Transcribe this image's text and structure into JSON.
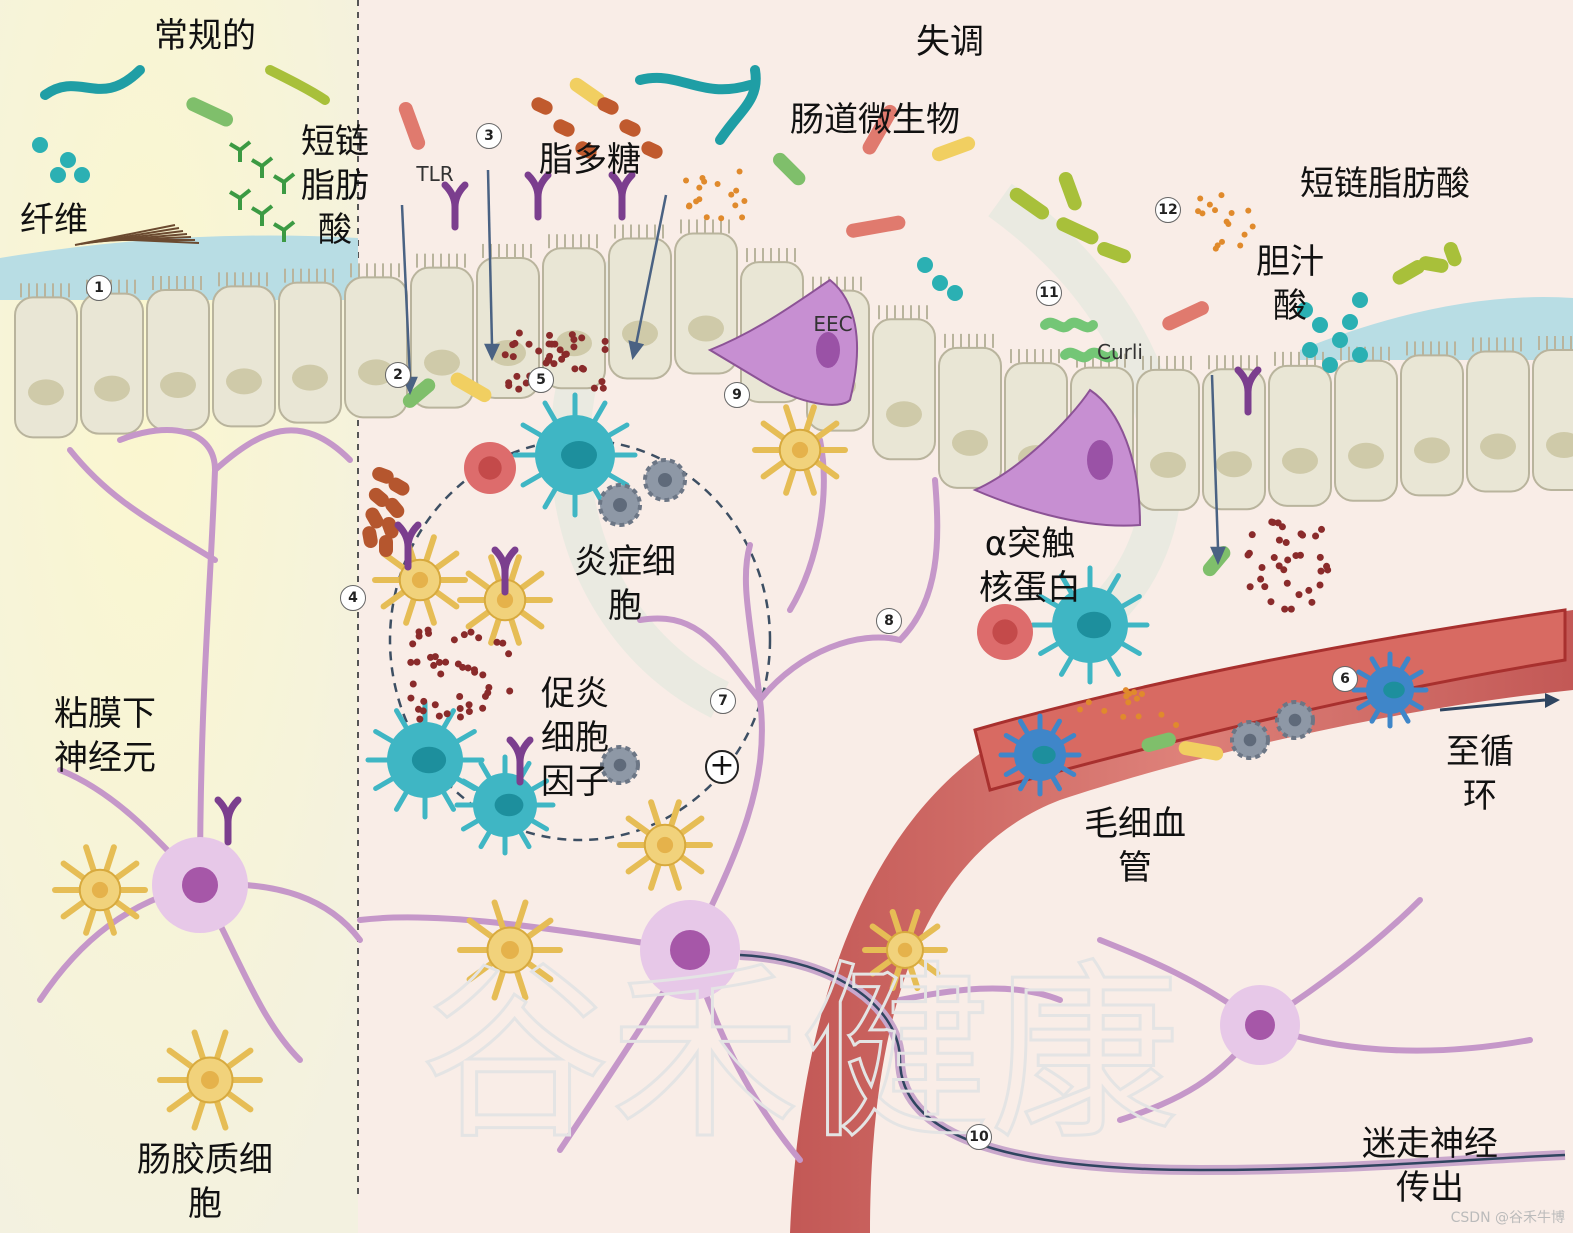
{
  "regions": {
    "normal": "常规的",
    "dysregulated": "失调"
  },
  "labels": {
    "fiber": "纤维",
    "scfa_left": "短链\n脂肪\n酸",
    "lps": "脂多糖",
    "gut_microbes": "肠道微生物",
    "scfa_right": "短链脂肪酸",
    "bile_acid": "胆汁\n酸",
    "tlr": "TLR",
    "eec": "EEC",
    "curli": "Curli",
    "inflammatory_cells": "炎症细\n胞",
    "proinflammatory_cytokines": "促炎\n细胞\n因子",
    "alpha_synuclein": "α突触\n核蛋白",
    "submucosal_neuron": "粘膜下\n神经元",
    "enteric_glia": "肠胶质细\n胞",
    "capillary": "毛细血\n管",
    "to_circulation": "至循\n环",
    "vagus_nerve": "迷走神经\n传出"
  },
  "step_numbers": [
    "1",
    "2",
    "3",
    "4",
    "5",
    "6",
    "7",
    "8",
    "9",
    "10",
    "11",
    "12"
  ],
  "plus_symbol": "+",
  "credit": "CSDN @谷禾牛博",
  "watermark": "谷禾健康",
  "colors": {
    "epithelium": "#e9e6d5",
    "mucus": "#b8dde4",
    "neuron": "#c597c9",
    "glia": "#f1d27b",
    "immune": "#3fb6c4",
    "blood_vessel": "#c44a48",
    "normal_bg": "#f4f2d6",
    "dysregulated_bg": "#f8e9e4"
  }
}
